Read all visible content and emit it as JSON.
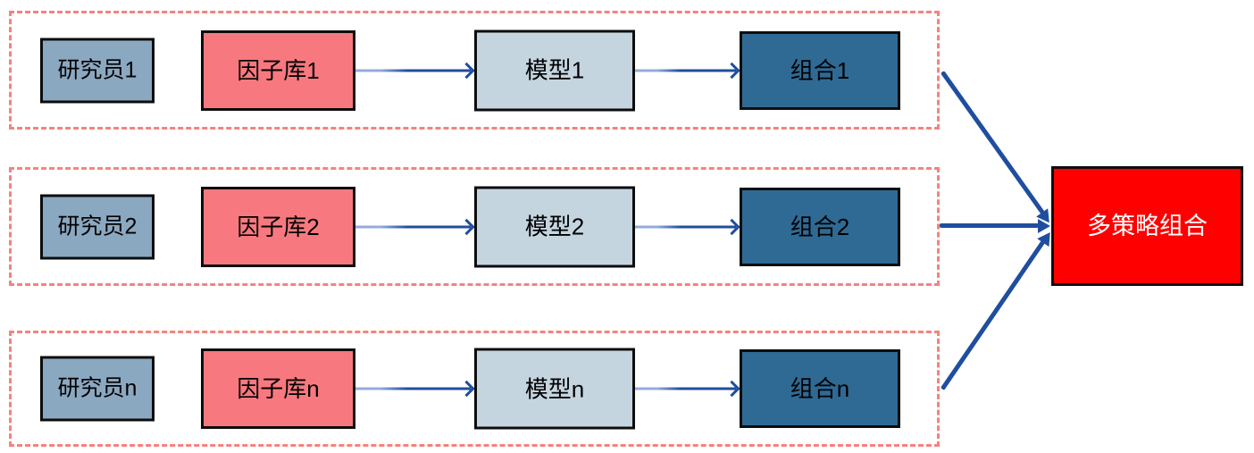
{
  "diagram": {
    "title_semantic": "multi-strategy portfolio construction flow",
    "rows": [
      {
        "researcher": "研究员1",
        "factor_library": "因子库1",
        "model": "模型1",
        "portfolio": "组合1"
      },
      {
        "researcher": "研究员2",
        "factor_library": "因子库2",
        "model": "模型2",
        "portfolio": "组合2"
      },
      {
        "researcher": "研究员n",
        "factor_library": "因子库n",
        "model": "模型n",
        "portfolio": "组合n"
      }
    ],
    "final": {
      "label": "多策略组合"
    },
    "colors": {
      "researcher_fill": "#8BA8C1",
      "factor_fill": "#F7797F",
      "model_fill": "#C5D5E0",
      "portfolio_fill": "#2F6A94",
      "final_fill": "#FF0000",
      "final_text": "#FFFFFF",
      "dashed_border": "#F5827E",
      "arrow": "#1F4E9F",
      "arrow_light": "#95ABDC",
      "box_border": "#0D0D0D"
    }
  }
}
